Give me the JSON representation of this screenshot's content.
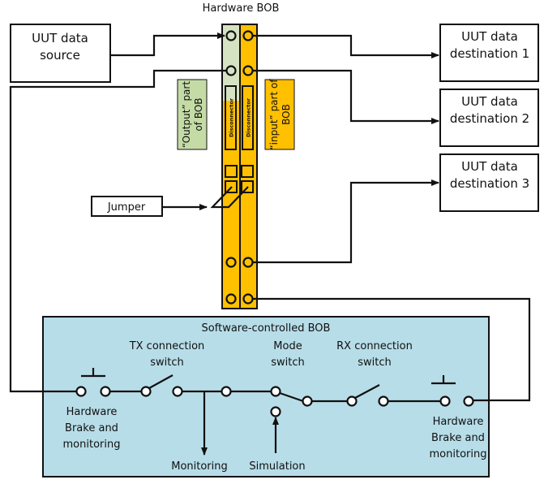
{
  "colors": {
    "output_part": "#d6e3c3",
    "input_part": "#ffc000",
    "output_label_bg": "#c5dba6",
    "software_bob_bg": "#b7dde8",
    "line": "#111111"
  },
  "hardware_bob": {
    "title": "Hardware BOB",
    "disconnector_label": "Disconnector",
    "output_part_label_line1": "“Output” part",
    "output_part_label_line2": "of BOB",
    "input_part_label_line1": "“input” part of",
    "input_part_label_line2": "BOB",
    "jumper_label": "Jumper"
  },
  "source": {
    "line1": "UUT data",
    "line2": "source"
  },
  "destinations": [
    {
      "line1": "UUT data",
      "line2": "destination 1"
    },
    {
      "line1": "UUT data",
      "line2": "destination 2"
    },
    {
      "line1": "UUT data",
      "line2": "destination 3"
    }
  ],
  "software_bob": {
    "title": "Software-controlled BOB",
    "tx_switch": {
      "line1": "TX connection",
      "line2": "switch"
    },
    "mode_switch": {
      "line1": "Mode",
      "line2": "switch"
    },
    "rx_switch": {
      "line1": "RX connection",
      "line2": "switch"
    },
    "brake_left": {
      "line1": "Hardware",
      "line2": "Brake and",
      "line3": "monitoring"
    },
    "brake_right": {
      "line1": "Hardware",
      "line2": "Brake and",
      "line3": "monitoring"
    },
    "monitoring_label": "Monitoring",
    "simulation_label": "Simulation"
  }
}
